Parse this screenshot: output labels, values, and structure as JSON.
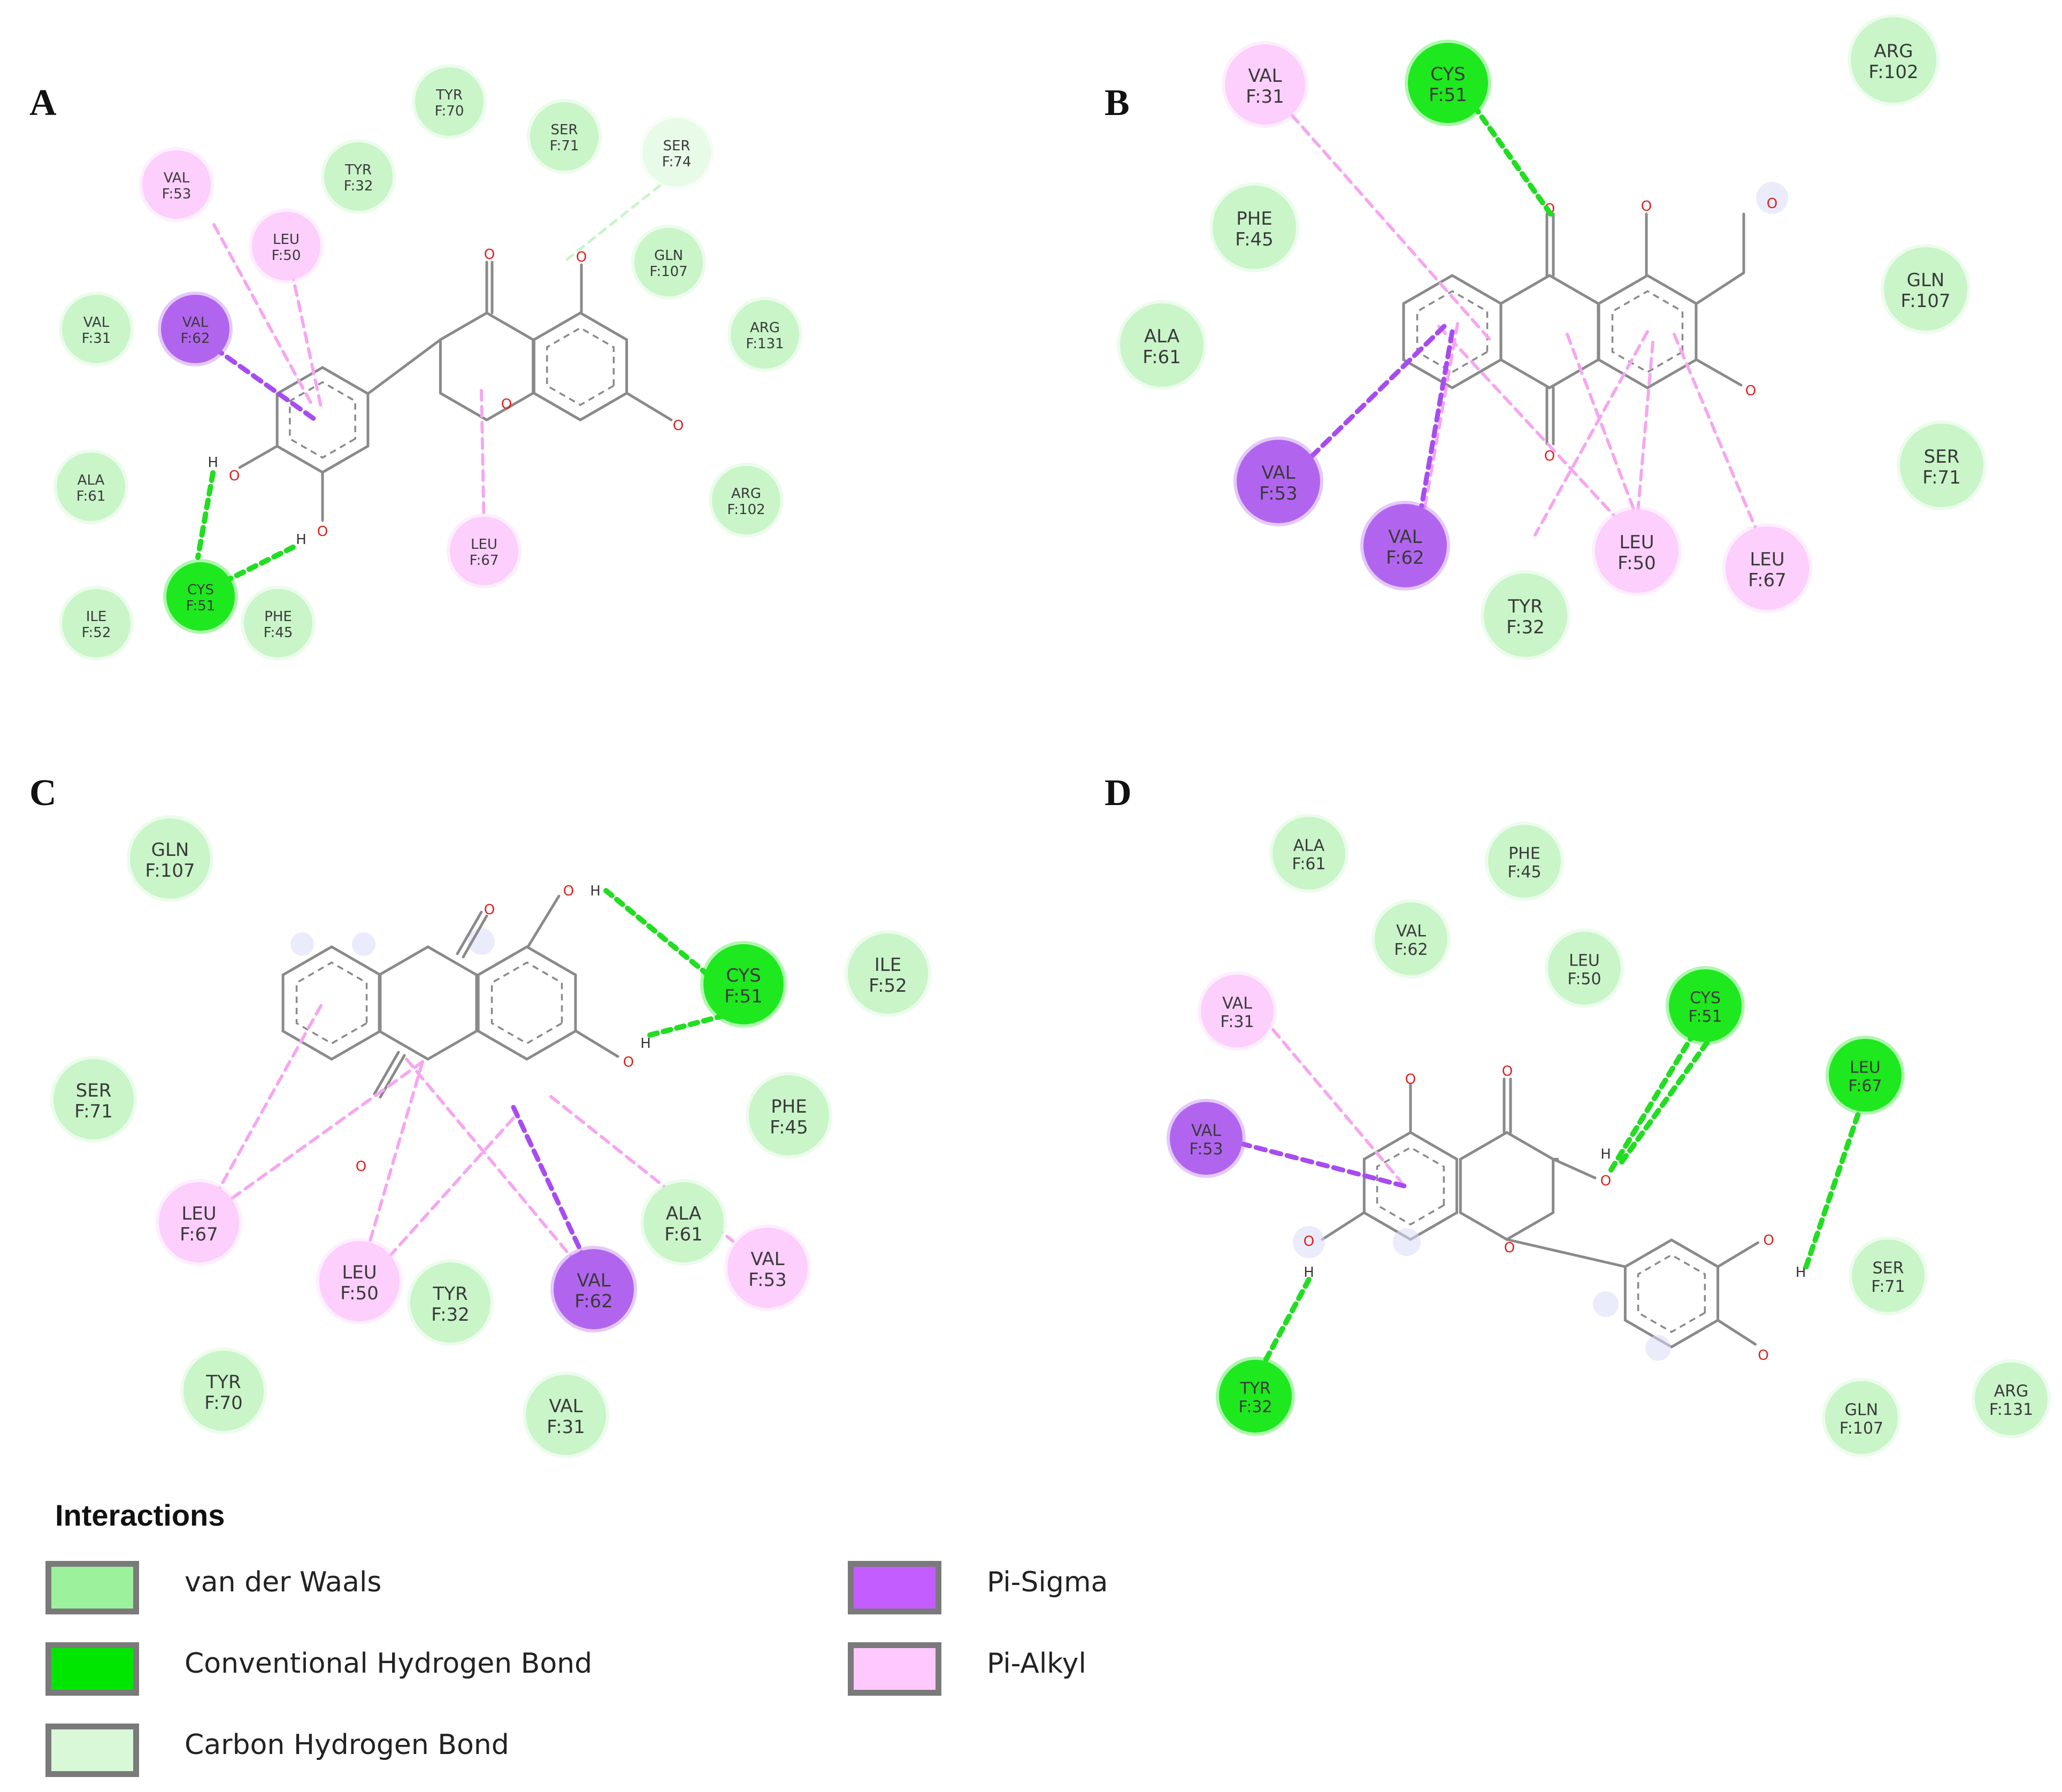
{
  "legend": {
    "title": "Interactions",
    "items": [
      {
        "label": "van der Waals",
        "color": "#9cf29c"
      },
      {
        "label": "Conventional Hydrogen Bond",
        "color": "#00e600"
      },
      {
        "label": "Carbon Hydrogen Bond",
        "color": "#d8f8d8"
      },
      {
        "label": "Pi-Sigma",
        "color": "#c35dff"
      },
      {
        "label": "Pi-Alkyl",
        "color": "#ffc8ff"
      }
    ]
  },
  "colors": {
    "van_der_waals": "#c9f5c9",
    "conventional_hbond": "#1ee81e",
    "carbon_hbond": "#e8fbe8",
    "pi_sigma": "#b165ef",
    "pi_alkyl": "#fccffc",
    "pi_sigma_line": "#a64cf0",
    "pi_alkyl_line": "#f6a6f0",
    "hbond_line": "#22dd22",
    "chbond_line": "#c8f4c8",
    "bond": "#8a8a8a",
    "oxygen": "#e02020"
  },
  "panels": [
    {
      "label": "A",
      "residues": [
        {
          "name": "TYR",
          "chain": "F:70",
          "type": "vdw"
        },
        {
          "name": "SER",
          "chain": "F:71",
          "type": "vdw"
        },
        {
          "name": "SER",
          "chain": "F:74",
          "type": "chb"
        },
        {
          "name": "TYR",
          "chain": "F:32",
          "type": "vdw"
        },
        {
          "name": "VAL",
          "chain": "F:53",
          "type": "pialkyl"
        },
        {
          "name": "LEU",
          "chain": "F:50",
          "type": "pialkyl"
        },
        {
          "name": "GLN",
          "chain": "F:107",
          "type": "vdw"
        },
        {
          "name": "VAL",
          "chain": "F:31",
          "type": "vdw"
        },
        {
          "name": "VAL",
          "chain": "F:62",
          "type": "pisigma"
        },
        {
          "name": "ARG",
          "chain": "F:131",
          "type": "vdw"
        },
        {
          "name": "ALA",
          "chain": "F:61",
          "type": "vdw"
        },
        {
          "name": "ARG",
          "chain": "F:102",
          "type": "vdw"
        },
        {
          "name": "LEU",
          "chain": "F:67",
          "type": "pialkyl"
        },
        {
          "name": "CYS",
          "chain": "F:51",
          "type": "hbond"
        },
        {
          "name": "ILE",
          "chain": "F:52",
          "type": "vdw"
        },
        {
          "name": "PHE",
          "chain": "F:45",
          "type": "vdw"
        }
      ]
    },
    {
      "label": "B",
      "residues": [
        {
          "name": "VAL",
          "chain": "F:31",
          "type": "pialkyl"
        },
        {
          "name": "CYS",
          "chain": "F:51",
          "type": "hbond"
        },
        {
          "name": "ARG",
          "chain": "F:102",
          "type": "vdw"
        },
        {
          "name": "PHE",
          "chain": "F:45",
          "type": "vdw"
        },
        {
          "name": "GLN",
          "chain": "F:107",
          "type": "vdw"
        },
        {
          "name": "ALA",
          "chain": "F:61",
          "type": "vdw"
        },
        {
          "name": "SER",
          "chain": "F:71",
          "type": "vdw"
        },
        {
          "name": "VAL",
          "chain": "F:53",
          "type": "pisigma"
        },
        {
          "name": "VAL",
          "chain": "F:62",
          "type": "pisigma"
        },
        {
          "name": "LEU",
          "chain": "F:50",
          "type": "pialkyl"
        },
        {
          "name": "LEU",
          "chain": "F:67",
          "type": "pialkyl"
        },
        {
          "name": "TYR",
          "chain": "F:32",
          "type": "vdw"
        }
      ]
    },
    {
      "label": "C",
      "residues": [
        {
          "name": "GLN",
          "chain": "F:107",
          "type": "vdw"
        },
        {
          "name": "CYS",
          "chain": "F:51",
          "type": "hbond"
        },
        {
          "name": "ILE",
          "chain": "F:52",
          "type": "vdw"
        },
        {
          "name": "SER",
          "chain": "F:71",
          "type": "vdw"
        },
        {
          "name": "PHE",
          "chain": "F:45",
          "type": "vdw"
        },
        {
          "name": "LEU",
          "chain": "F:67",
          "type": "pialkyl"
        },
        {
          "name": "ALA",
          "chain": "F:61",
          "type": "vdw"
        },
        {
          "name": "VAL",
          "chain": "F:53",
          "type": "pialkyl"
        },
        {
          "name": "LEU",
          "chain": "F:50",
          "type": "pialkyl"
        },
        {
          "name": "TYR",
          "chain": "F:32",
          "type": "vdw"
        },
        {
          "name": "VAL",
          "chain": "F:62",
          "type": "pisigma"
        },
        {
          "name": "TYR",
          "chain": "F:70",
          "type": "vdw"
        },
        {
          "name": "VAL",
          "chain": "F:31",
          "type": "vdw"
        }
      ]
    },
    {
      "label": "D",
      "residues": [
        {
          "name": "ALA",
          "chain": "F:61",
          "type": "vdw"
        },
        {
          "name": "PHE",
          "chain": "F:45",
          "type": "vdw"
        },
        {
          "name": "VAL",
          "chain": "F:62",
          "type": "vdw"
        },
        {
          "name": "LEU",
          "chain": "F:50",
          "type": "vdw"
        },
        {
          "name": "VAL",
          "chain": "F:31",
          "type": "pialkyl"
        },
        {
          "name": "CYS",
          "chain": "F:51",
          "type": "hbond"
        },
        {
          "name": "LEU",
          "chain": "F:67",
          "type": "hbond"
        },
        {
          "name": "VAL",
          "chain": "F:53",
          "type": "pisigma"
        },
        {
          "name": "SER",
          "chain": "F:71",
          "type": "vdw"
        },
        {
          "name": "TYR",
          "chain": "F:32",
          "type": "hbond"
        },
        {
          "name": "GLN",
          "chain": "F:107",
          "type": "vdw"
        },
        {
          "name": "ARG",
          "chain": "F:131",
          "type": "vdw"
        }
      ]
    }
  ],
  "atoms": {
    "oxygen": "O",
    "hydrogen": "H"
  }
}
